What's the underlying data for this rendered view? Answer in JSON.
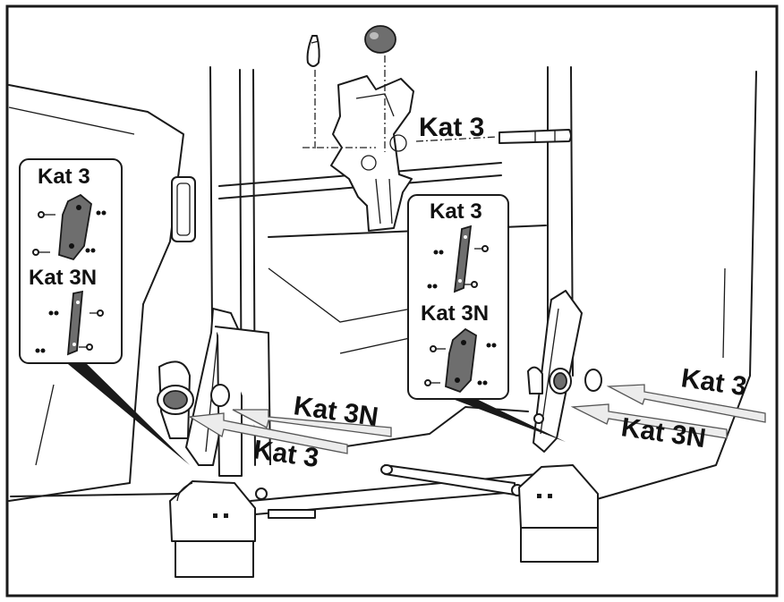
{
  "labels": {
    "top_pin": "Kat 3",
    "left_inset_top": "Kat 3",
    "left_inset_bottom": "Kat 3N",
    "center_inset_top": "Kat 3",
    "center_inset_bottom": "Kat 3N",
    "left_arrow_upper": "Kat 3N",
    "left_arrow_lower": "Kat 3",
    "right_arrow_upper": "Kat 3",
    "right_arrow_lower": "Kat 3N"
  }
}
